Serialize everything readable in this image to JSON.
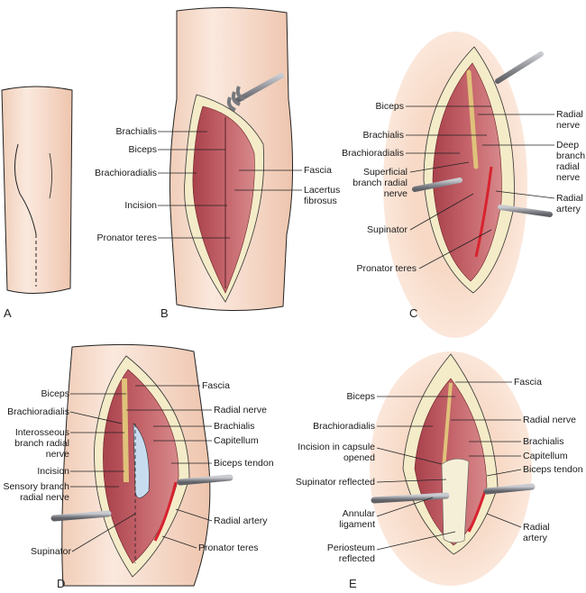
{
  "figure": {
    "colors": {
      "skin": "#f3d7c5",
      "skin_shade": "#e9bfa6",
      "halo": "#f6d3c0",
      "fat": "#f4ecc8",
      "muscle": "#b9525b",
      "muscle_light": "#d98a8c",
      "nerve": "#e0c27a",
      "artery": "#d8232f",
      "bone": "#f6efd8",
      "cartilage": "#c8dcef",
      "retractor": "#8a8c92",
      "leader": "#222222"
    },
    "panels": [
      {
        "id": "A",
        "letter": "A",
        "labels": []
      },
      {
        "id": "B",
        "letter": "B",
        "labels": [
          {
            "text": "Brachialis"
          },
          {
            "text": "Biceps"
          },
          {
            "text": "Brachioradialis"
          },
          {
            "text": "Incision"
          },
          {
            "text": "Pronator teres"
          },
          {
            "text": "Fascia"
          },
          {
            "text": "Lacertus fibrosus"
          }
        ]
      },
      {
        "id": "C",
        "letter": "C",
        "labels": [
          {
            "text": "Biceps"
          },
          {
            "text": "Brachialis"
          },
          {
            "text": "Brachioradialis"
          },
          {
            "text": "Superficial branch radial nerve"
          },
          {
            "text": "Supinator"
          },
          {
            "text": "Pronator teres"
          },
          {
            "text": "Radial nerve"
          },
          {
            "text": "Deep branch radial nerve"
          },
          {
            "text": "Radial artery"
          }
        ]
      },
      {
        "id": "D",
        "letter": "D",
        "labels": [
          {
            "text": "Biceps"
          },
          {
            "text": "Brachioradialis"
          },
          {
            "text": "Interosseous branch radial nerve"
          },
          {
            "text": "Incision"
          },
          {
            "text": "Sensory branch radial nerve"
          },
          {
            "text": "Supinator"
          },
          {
            "text": "Fascia"
          },
          {
            "text": "Radial nerve"
          },
          {
            "text": "Brachialis"
          },
          {
            "text": "Capitellum"
          },
          {
            "text": "Biceps tendon"
          },
          {
            "text": "Radial artery"
          },
          {
            "text": "Pronator teres"
          }
        ]
      },
      {
        "id": "E",
        "letter": "E",
        "labels": [
          {
            "text": "Biceps"
          },
          {
            "text": "Brachioradialis"
          },
          {
            "text": "Incision in capsule opened"
          },
          {
            "text": "Supinator reflected"
          },
          {
            "text": "Annular ligament"
          },
          {
            "text": "Periosteum reflected"
          },
          {
            "text": "Fascia"
          },
          {
            "text": "Radial nerve"
          },
          {
            "text": "Brachialis"
          },
          {
            "text": "Capitellum"
          },
          {
            "text": "Biceps tendon"
          },
          {
            "text": "Radial artery"
          }
        ]
      }
    ]
  }
}
